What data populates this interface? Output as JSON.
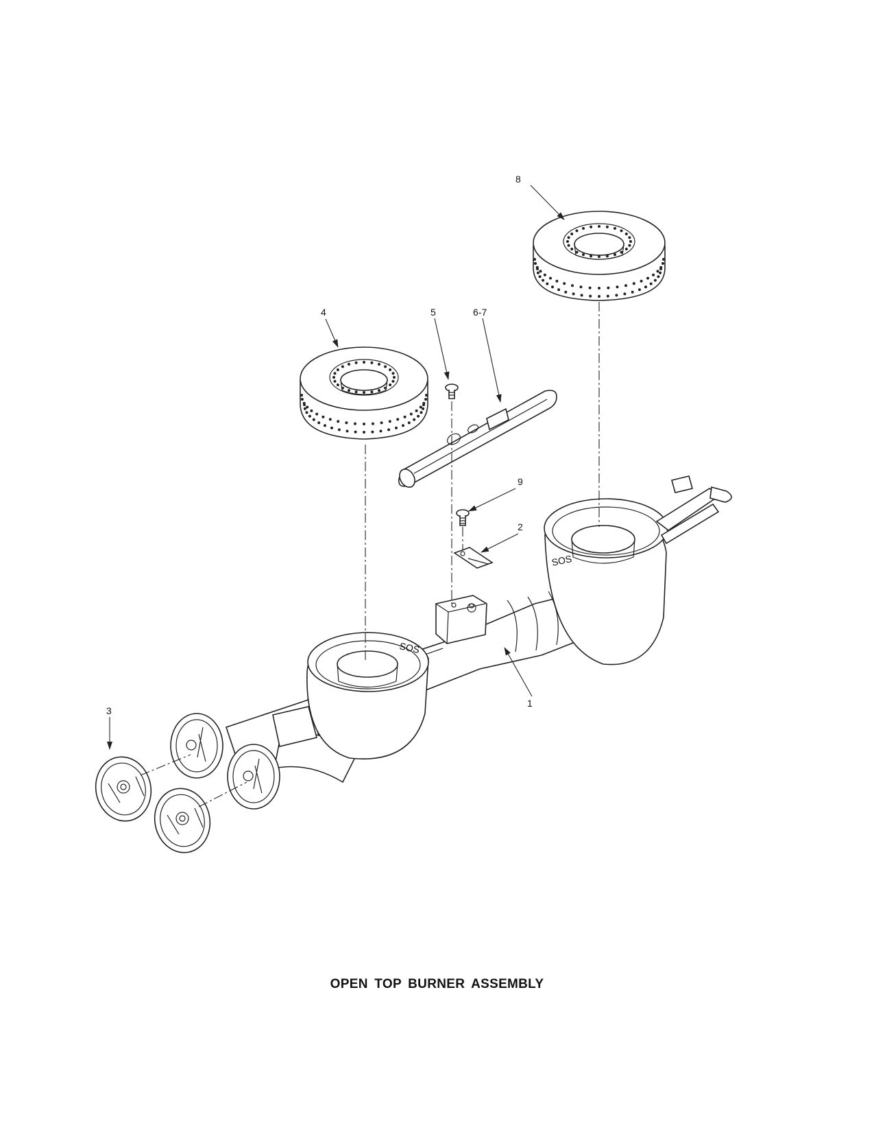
{
  "diagram": {
    "caption": "OPEN  TOP  BURNER ASSEMBLY",
    "callouts": [
      {
        "id": "c8",
        "label": "8"
      },
      {
        "id": "c4",
        "label": "4"
      },
      {
        "id": "c5",
        "label": "5"
      },
      {
        "id": "c67",
        "label": "6-7"
      },
      {
        "id": "c9",
        "label": "9"
      },
      {
        "id": "c2",
        "label": "2"
      },
      {
        "id": "c1",
        "label": "1"
      },
      {
        "id": "c3",
        "label": "3"
      }
    ]
  }
}
